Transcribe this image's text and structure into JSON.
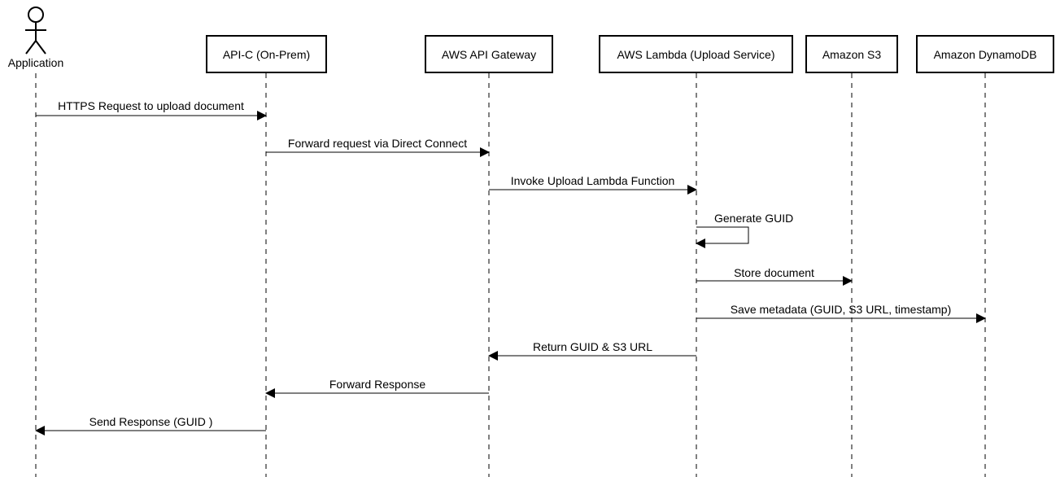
{
  "diagram": {
    "type": "sequence",
    "actor": {
      "label": "Application"
    },
    "participants": [
      {
        "id": "api_c",
        "label": "API-C (On-Prem)"
      },
      {
        "id": "apigw",
        "label": "AWS API Gateway"
      },
      {
        "id": "lambda",
        "label": "AWS Lambda (Upload Service)"
      },
      {
        "id": "s3",
        "label": "Amazon S3"
      },
      {
        "id": "dynamo",
        "label": "Amazon DynamoDB"
      }
    ],
    "messages": [
      {
        "from": "app",
        "to": "api_c",
        "label": "HTTPS Request to upload document"
      },
      {
        "from": "api_c",
        "to": "apigw",
        "label": "Forward request via Direct Connect"
      },
      {
        "from": "apigw",
        "to": "lambda",
        "label": "Invoke Upload Lambda Function"
      },
      {
        "from": "lambda",
        "to": "lambda",
        "label": "Generate GUID"
      },
      {
        "from": "lambda",
        "to": "s3",
        "label": "Store document"
      },
      {
        "from": "lambda",
        "to": "dynamo",
        "label": "Save metadata (GUID, S3 URL, timestamp)"
      },
      {
        "from": "lambda",
        "to": "apigw",
        "label": "Return GUID & S3 URL"
      },
      {
        "from": "apigw",
        "to": "api_c",
        "label": "Forward Response"
      },
      {
        "from": "api_c",
        "to": "app",
        "label": "Send Response (GUID )"
      }
    ]
  }
}
